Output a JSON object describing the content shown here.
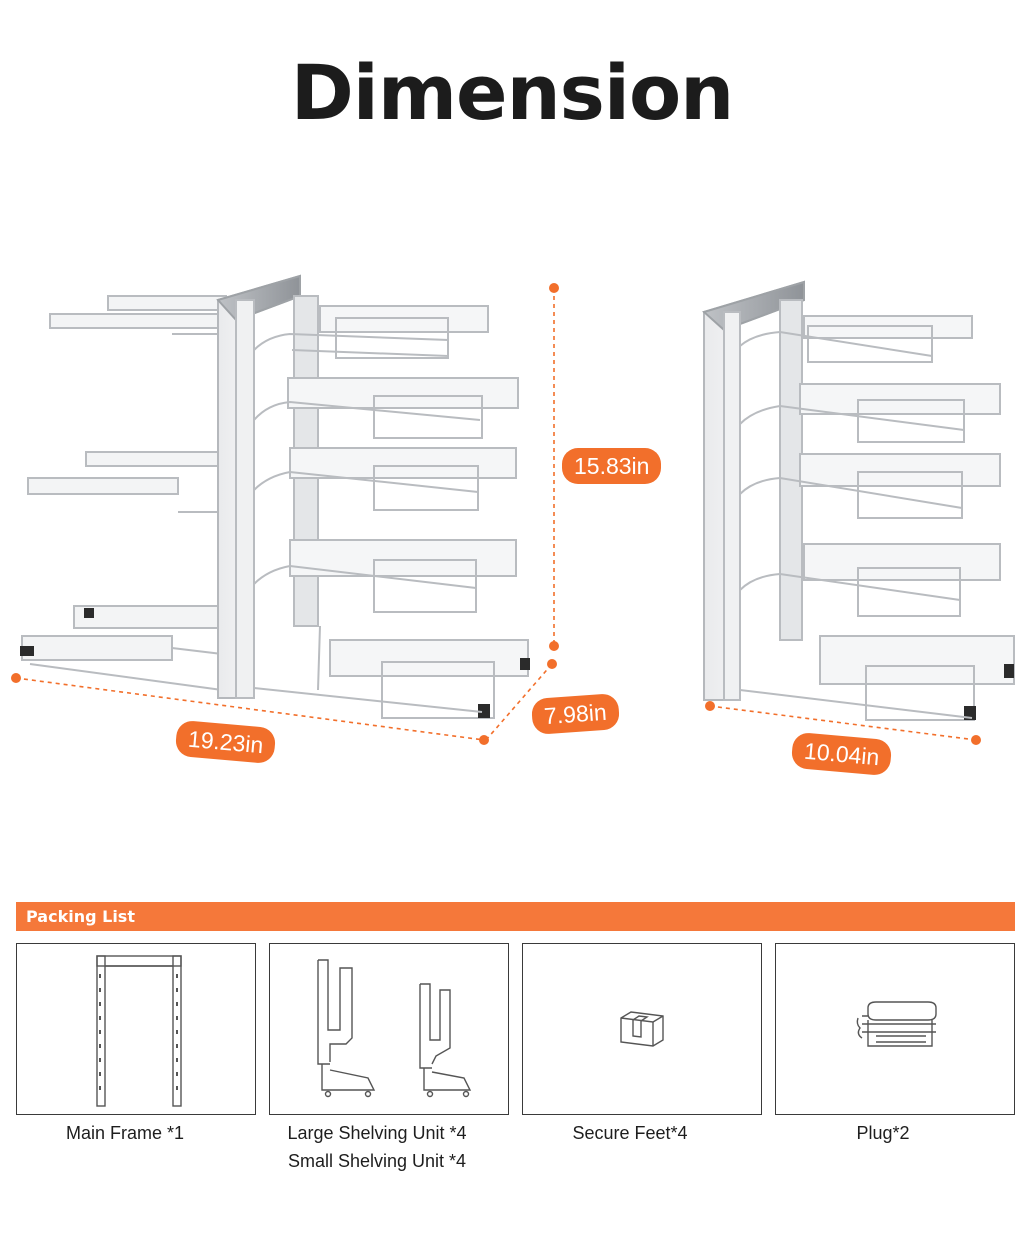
{
  "title": "Dimension",
  "dimensions": {
    "large_width": "19.23in",
    "large_depth": "7.98in",
    "height": "15.83in",
    "small_width": "10.04in"
  },
  "colors": {
    "accent": "#f26f2b",
    "bar": "#f5783a",
    "metal": "#d8dadd"
  },
  "packing_list": {
    "heading": "Packing List",
    "items": [
      {
        "label": "Main Frame *1",
        "icon": "main-frame-icon"
      },
      {
        "label": "Large Shelving Unit *4",
        "label2": "Small Shelving Unit *4",
        "icon": "shelving-unit-icon"
      },
      {
        "label": "Secure Feet*4",
        "icon": "secure-feet-icon"
      },
      {
        "label": "Plug*2",
        "icon": "plug-icon"
      }
    ]
  }
}
